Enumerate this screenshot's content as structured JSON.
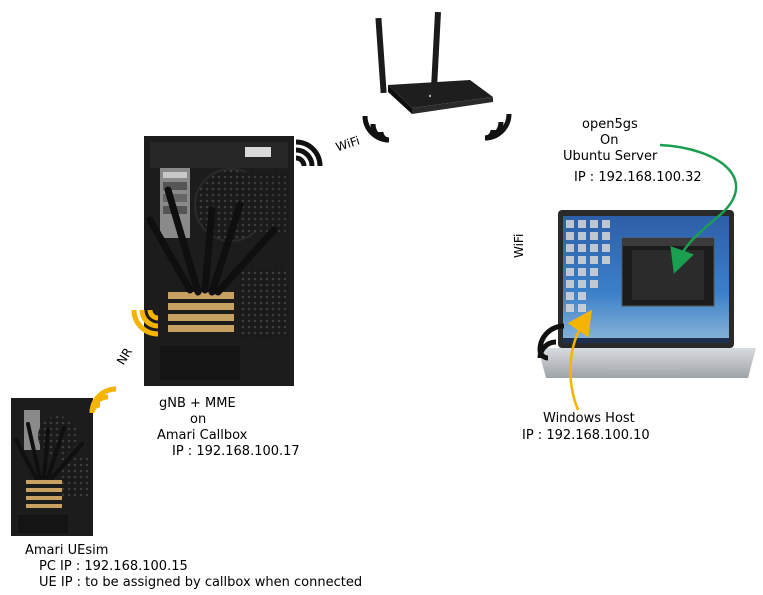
{
  "nodes": {
    "callbox": {
      "line1": "gNB + MME",
      "line2": "on",
      "line3": "Amari Callbox",
      "line4": "IP : 192.168.100.17"
    },
    "uesim": {
      "line1": "Amari UEsim",
      "line2": "PC IP : 192.168.100.15",
      "line3": "UE IP : to be assigned by callbox when connected"
    },
    "open5gs": {
      "line1": "open5gs",
      "line2": "On",
      "line3": "Ubuntu Server",
      "line4": "IP : 192.168.100.32"
    },
    "windows": {
      "line1": "Windows Host",
      "line2": "IP : 192.168.100.10"
    }
  },
  "links": {
    "wifi_router_callbox": "WiFi",
    "wifi_router_laptop": "WiFi",
    "nr": "NR"
  },
  "colors": {
    "wifi_black": "#111111",
    "nr_yellow": "#f5b400",
    "arrow_green": "#1a9e50",
    "arrow_yellow": "#f5b400",
    "pc_case": "#1c1c1c"
  }
}
